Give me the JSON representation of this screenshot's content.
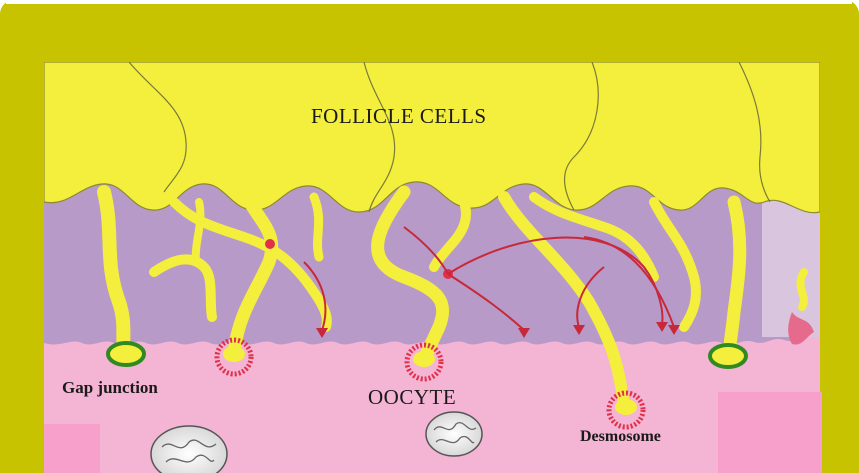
{
  "colors": {
    "frame": "#c7c300",
    "follicle": "#f4ee3c",
    "interstitial": "#b89ac8",
    "oocyte": "#f4b4d4",
    "desmosome": "#e0304a",
    "gap_junction": "#2f8a22",
    "arrow": "#c8283a"
  },
  "labels": {
    "follicle_cells": "FOLLICLE CELLS",
    "gap_junction": "Gap junction",
    "oocyte": "OOCYTE",
    "desmosome": "Desmosome"
  }
}
